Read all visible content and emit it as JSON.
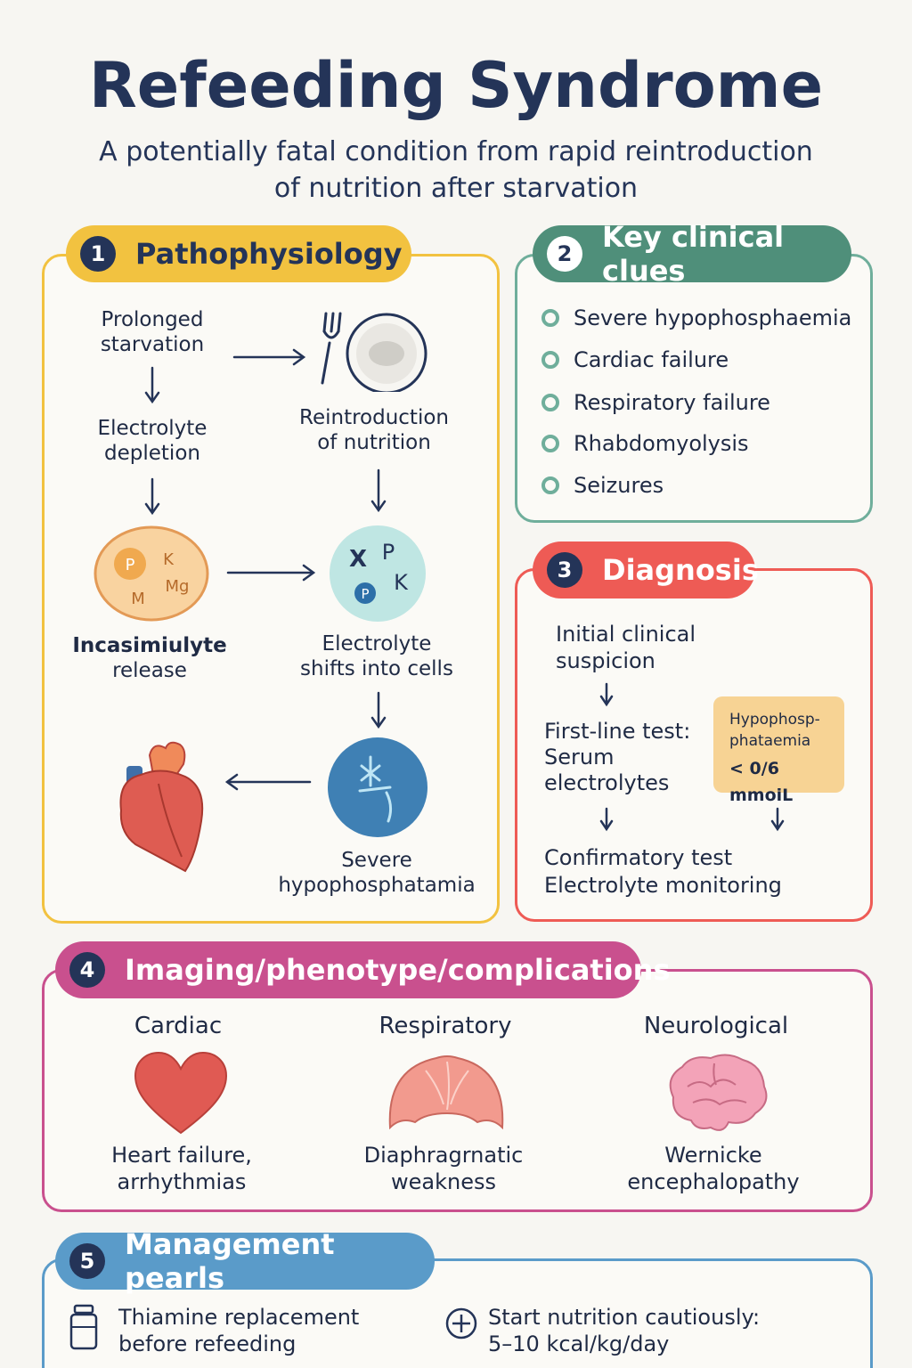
{
  "header": {
    "title": "Refeeding Syndrome",
    "subtitle_line1": "A potentially fatal condition from rapid reintroduction",
    "subtitle_line2": "of nutrition after starvation"
  },
  "colors": {
    "navy": "#243458",
    "yellow": "#f2c240",
    "green": "#4f8f7a",
    "red": "#ee5b55",
    "magenta": "#c9508e",
    "blue": "#5a9bc9"
  },
  "pathophysiology": {
    "number": "1",
    "title": "Pathophysiology",
    "prolonged": [
      "Prolonged",
      "starvation"
    ],
    "depletion": [
      "Electrolyte",
      "depletion"
    ],
    "reintroduction": [
      "Reintroduction",
      "of nutrition"
    ],
    "cell_letters": [
      "P",
      "K",
      "Mg",
      "M"
    ],
    "shift_letters": [
      "X",
      "P",
      "P",
      "K"
    ],
    "release": [
      "Incasimiulyte",
      "release"
    ],
    "shifts": [
      "Electrolyte",
      "shifts into cells"
    ],
    "severe": [
      "Severe",
      "hypophosphatamia"
    ]
  },
  "clues": {
    "number": "2",
    "title": "Key clinical clues",
    "items": [
      "Severe hypophosphaemia",
      "Cardiac failure",
      "Respiratory failure",
      "Rhabdomyolysis",
      "Seizures"
    ]
  },
  "diagnosis": {
    "number": "3",
    "title": "Diagnosis",
    "initial": [
      "Initial clinical",
      "suspicion"
    ],
    "first_line": [
      "First-line test:",
      "Serum",
      "electrolytes"
    ],
    "badge": [
      "Hypophosp-",
      "phataemia",
      "< 0/6 mmoiL"
    ],
    "confirmatory": [
      "Confirmatory test",
      "Electrolyte monitoring"
    ]
  },
  "imaging": {
    "number": "4",
    "title": "Imaging/phenotype/complications",
    "columns": [
      {
        "heading": "Cardiac",
        "line1": "Heart failure,",
        "line2": "arrhythmias"
      },
      {
        "heading": "Respiratory",
        "line1": "Diaphragrnatic",
        "line2": "weakness"
      },
      {
        "heading": "Neurological",
        "line1": "Wernicke",
        "line2": "encephalopathy"
      }
    ]
  },
  "management": {
    "number": "5",
    "title": "Management pearls",
    "thiamine": [
      "Thiamine replacement",
      "before refeeding"
    ],
    "nutrition": [
      "Start nutrition cautiously:",
      "5–10 kcal/kg/day"
    ]
  }
}
